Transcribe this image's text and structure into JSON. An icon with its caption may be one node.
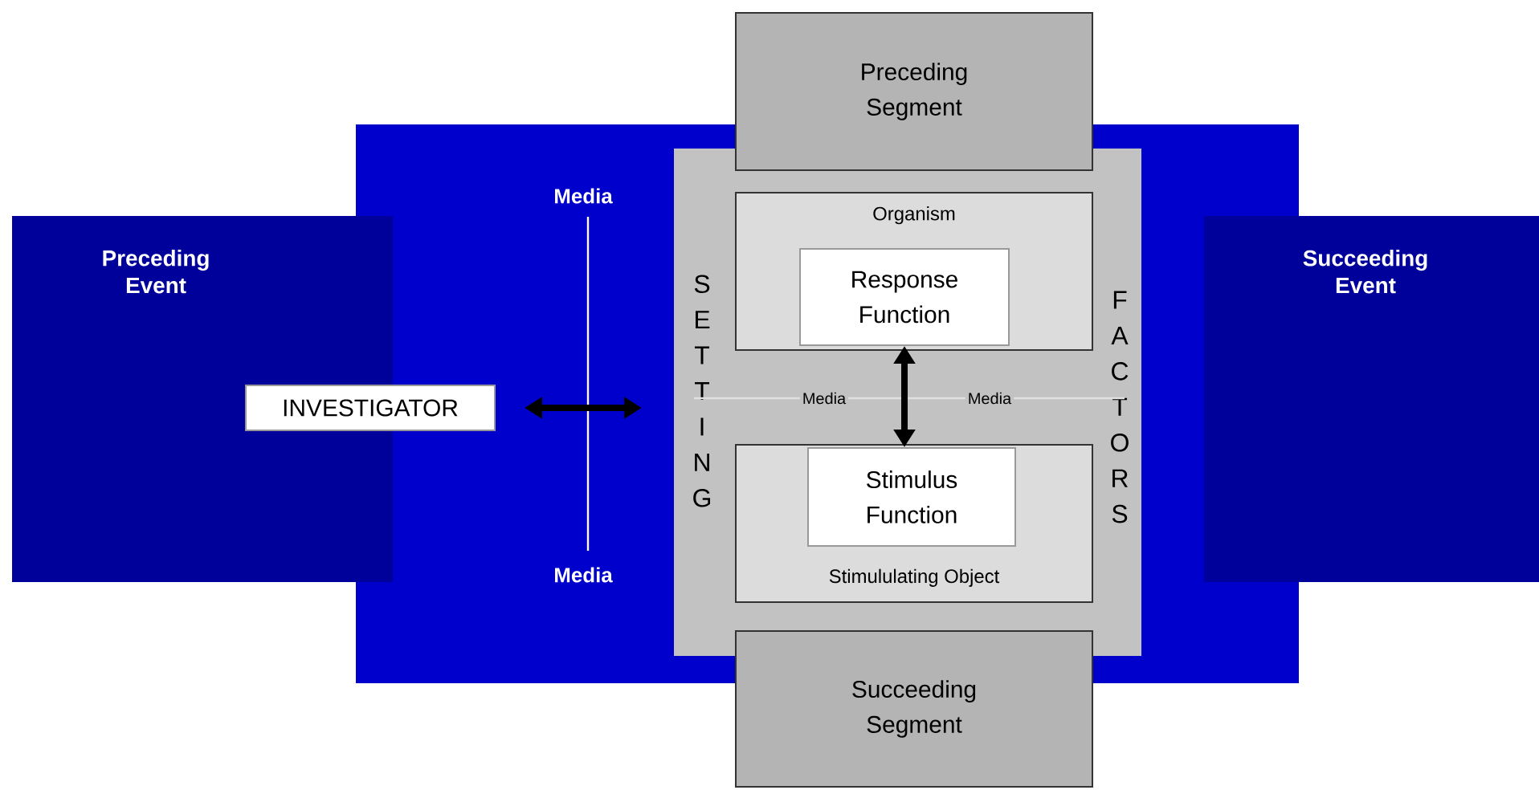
{
  "diagram": {
    "nodes": [
      {
        "text": [
          "Preceding Event"
        ]
      },
      {
        "text": [],
        "shape": "box"
      },
      {
        "text": [
          "Succeeding Event"
        ]
      },
      {
        "text": [
          "SETTING",
          "FACTORS"
        ],
        "in": 1
      },
      {
        "text": [
          "Preceding Segment"
        ]
      },
      {
        "text": [
          "Organism"
        ],
        "in": 3
      },
      {
        "text": [
          "Response Function"
        ],
        "in": 5
      },
      {
        "text": [
          "Stimululating Object"
        ],
        "in": 3
      },
      {
        "text": [
          "Stimulus Function"
        ],
        "in": 7
      },
      {
        "text": [
          "Succeeding Segment"
        ]
      },
      {
        "text": [
          "INVESTIGATOR"
        ]
      }
    ],
    "edges": [
      {
        "from": 10,
        "to": 3,
        "arrow": "both"
      },
      {
        "from": 6,
        "to": 8,
        "arrow": "both"
      }
    ],
    "labels": [
      "Media",
      "Media",
      "Media",
      "Media"
    ]
  }
}
